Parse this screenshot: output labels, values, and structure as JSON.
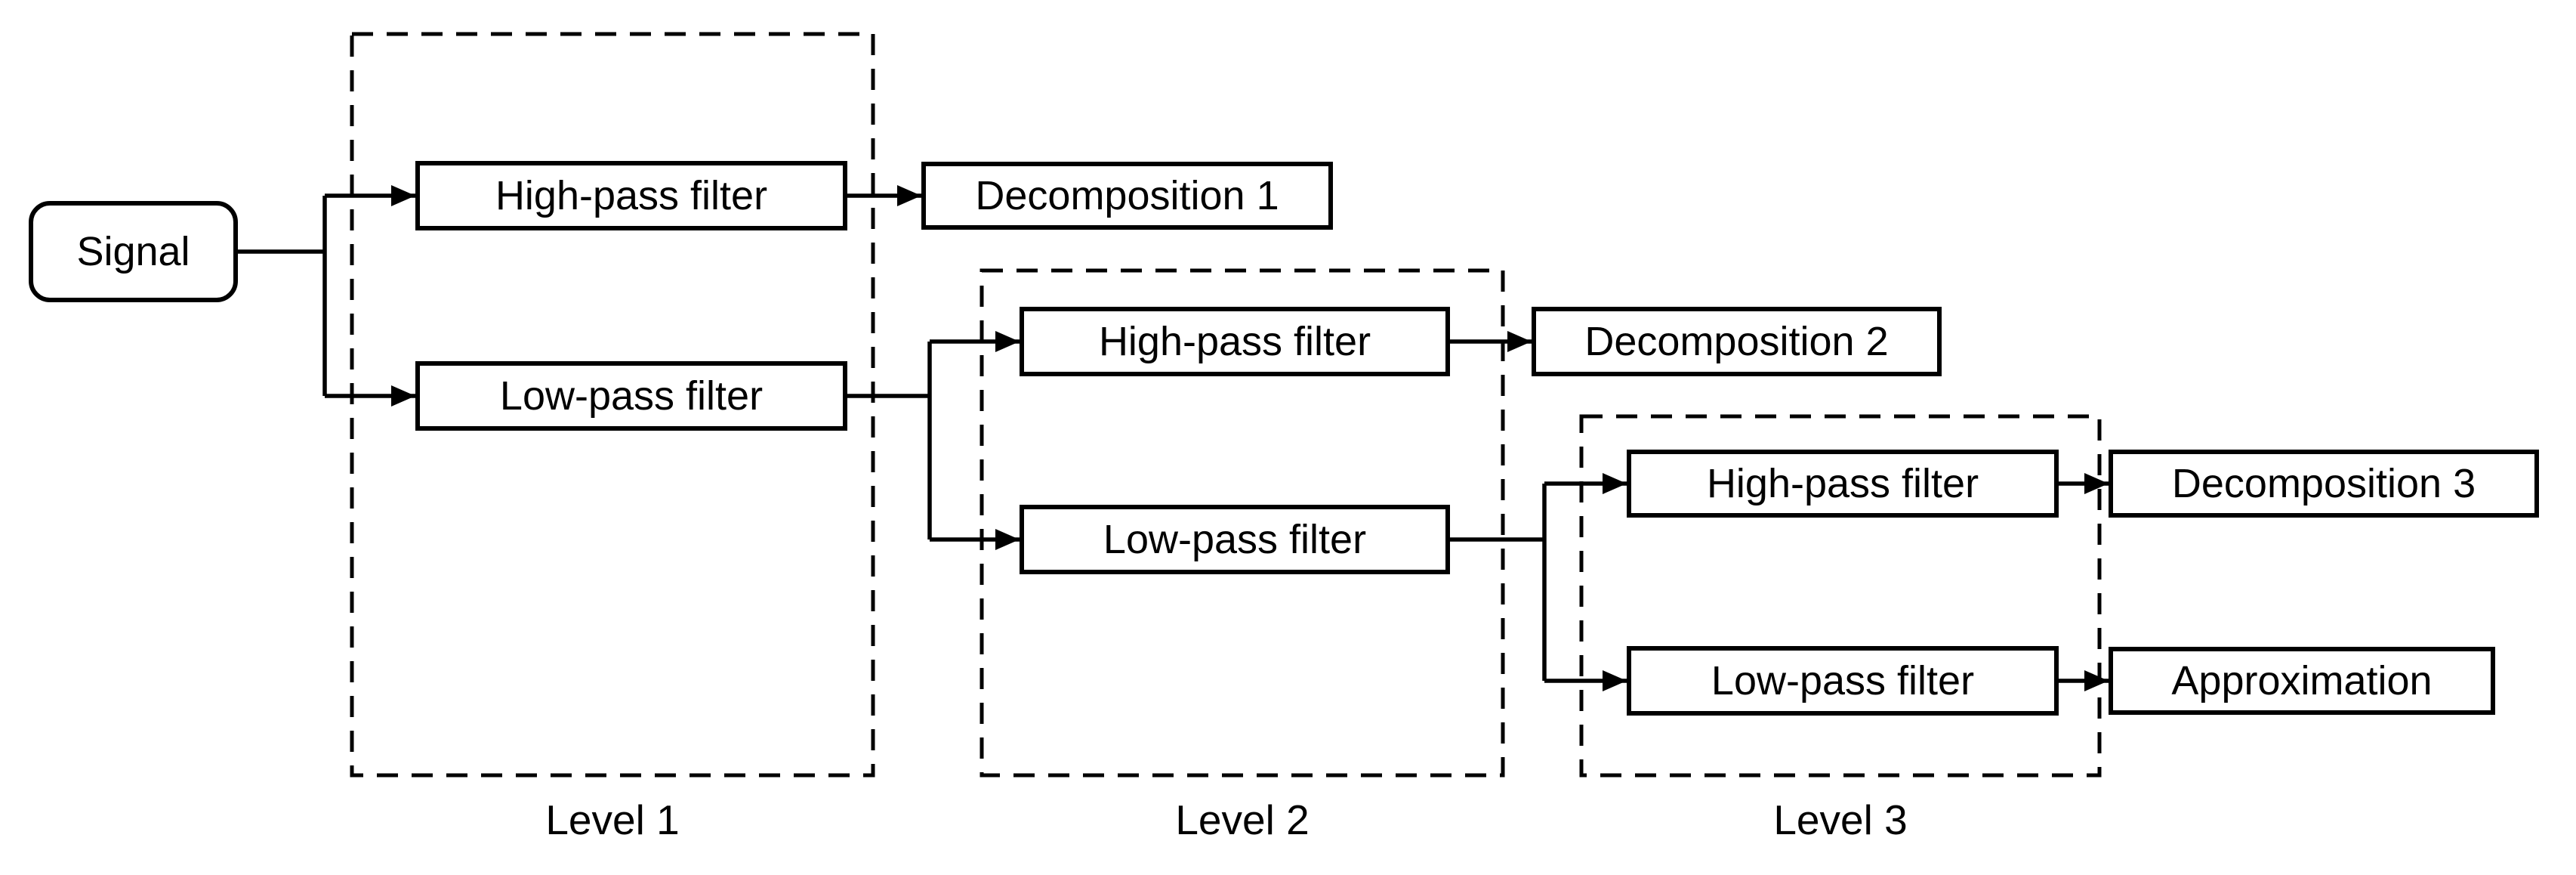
{
  "nodes": {
    "signal": "Signal",
    "level1_high_pass": "High-pass filter",
    "level1_low_pass": "Low-pass filter",
    "level2_high_pass": "High-pass filter",
    "level2_low_pass": "Low-pass filter",
    "level3_high_pass": "High-pass filter",
    "level3_low_pass": "Low-pass filter",
    "decomposition_1": "Decomposition 1",
    "decomposition_2": "Decomposition 2",
    "decomposition_3": "Decomposition 3",
    "approximation": "Approximation"
  },
  "level_labels": [
    "Level 1",
    "Level 2",
    "Level 3"
  ],
  "edges": [
    {
      "from": "signal",
      "to": "level1_high_pass"
    },
    {
      "from": "signal",
      "to": "level1_low_pass"
    },
    {
      "from": "level1_high_pass",
      "to": "decomposition_1"
    },
    {
      "from": "level1_low_pass",
      "to": "level2_high_pass"
    },
    {
      "from": "level1_low_pass",
      "to": "level2_low_pass"
    },
    {
      "from": "level2_high_pass",
      "to": "decomposition_2"
    },
    {
      "from": "level2_low_pass",
      "to": "level3_high_pass"
    },
    {
      "from": "level2_low_pass",
      "to": "level3_low_pass"
    },
    {
      "from": "level3_high_pass",
      "to": "decomposition_3"
    },
    {
      "from": "level3_low_pass",
      "to": "approximation"
    }
  ],
  "colors": {
    "line": "#000000",
    "box_border": "#000000",
    "box_fill": "#ffffff",
    "text": "#000000",
    "background": "#ffffff"
  }
}
